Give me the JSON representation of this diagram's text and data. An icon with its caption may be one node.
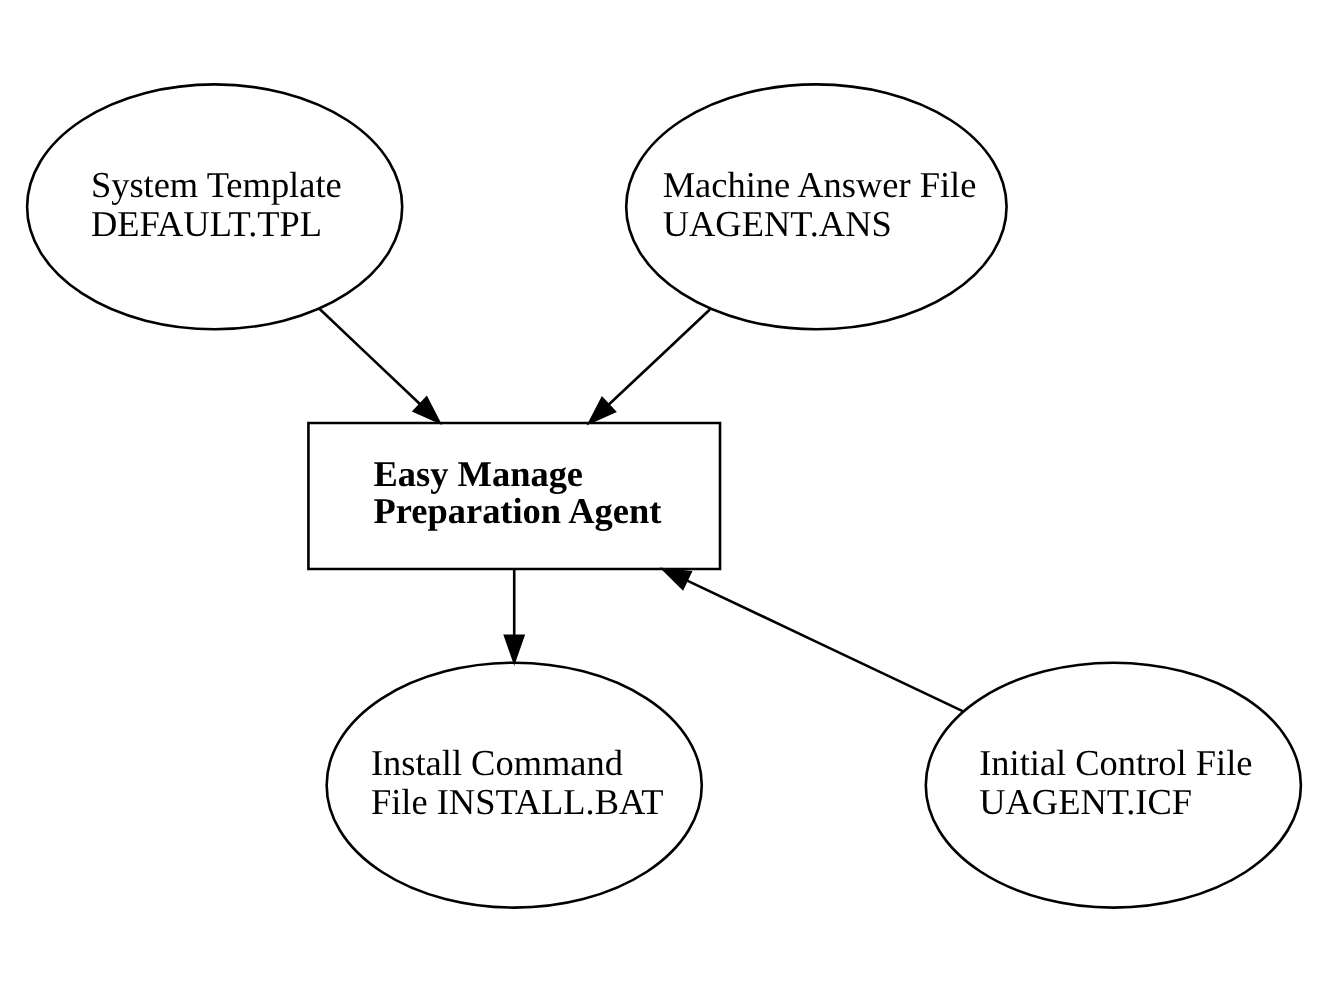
{
  "diagram": {
    "nodes": [
      {
        "text": [
          "System Template DEFAULT.TPL"
        ]
      },
      {
        "text": [
          "Machine Answer File UAGENT.ANS"
        ]
      },
      {
        "text": [
          "Easy Manage Preparation Agent"
        ]
      },
      {
        "text": [
          "Initial Control File UAGENT.ICF"
        ]
      },
      {
        "text": [
          "Install Command File INSTALL.BAT"
        ]
      }
    ],
    "edges": [
      {
        "from": 0,
        "to": 2,
        "arrow": "to"
      },
      {
        "from": 1,
        "to": 2,
        "arrow": "to"
      },
      {
        "from": 3,
        "to": 2,
        "arrow": "to"
      },
      {
        "from": 2,
        "to": 4,
        "arrow": "to"
      }
    ]
  }
}
